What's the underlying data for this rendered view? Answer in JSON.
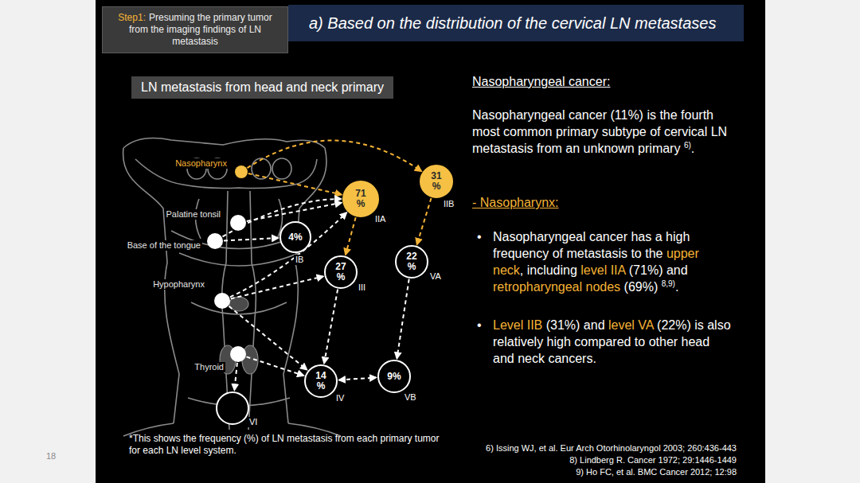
{
  "diagram": {
    "title": "a) Based on the distribution of the cervical LN metastases",
    "caption": "*This shows the frequency (%) of LN metastasis from each primary tumor for each LN level system.",
    "nodes": [
      {
        "text": [
          "Step1:",
          "Presuming the primary tumor from the imaging findings of LN metastasis"
        ]
      },
      {
        "text": [
          "LN metastasis from head and neck primary"
        ]
      },
      {
        "text": [
          "Nasopharynx"
        ]
      },
      {
        "text": [
          "31 %",
          "IIB"
        ]
      },
      {
        "text": [
          "71 %",
          "IIA"
        ]
      },
      {
        "text": [
          "Palatine tonsil"
        ]
      },
      {
        "text": [
          "4%",
          "IB"
        ]
      },
      {
        "text": [
          "Base of the tongue"
        ]
      },
      {
        "text": [
          "27 %",
          "III"
        ]
      },
      {
        "text": [
          "22 %",
          "VA"
        ]
      },
      {
        "text": [
          "Hypopharynx"
        ]
      },
      {
        "text": [
          "Thyroid"
        ]
      },
      {
        "text": [
          "14 %",
          "IV"
        ]
      },
      {
        "text": [
          "9%",
          "VB"
        ]
      },
      {
        "text": [
          "VI"
        ]
      }
    ],
    "edges": [
      {
        "from": 2,
        "to": 4,
        "arrow": "to"
      },
      {
        "from": 2,
        "to": 3,
        "arrow": "to"
      },
      {
        "from": 4,
        "to": 8,
        "arrow": "to"
      },
      {
        "from": 3,
        "to": 9,
        "arrow": "to"
      },
      {
        "from": 5,
        "to": 4,
        "arrow": "to"
      },
      {
        "from": 7,
        "to": 4,
        "arrow": "to"
      },
      {
        "from": 7,
        "to": 6,
        "arrow": "to"
      },
      {
        "from": 10,
        "to": 4,
        "arrow": "to"
      },
      {
        "from": 10,
        "to": 8,
        "arrow": "to"
      },
      {
        "from": 10,
        "to": 12,
        "arrow": "to"
      },
      {
        "from": 8,
        "to": 12,
        "arrow": "to"
      },
      {
        "from": 11,
        "to": 12,
        "arrow": "to"
      },
      {
        "from": 11,
        "to": 14,
        "arrow": "to"
      },
      {
        "from": 12,
        "to": 13,
        "arrow": "both"
      },
      {
        "from": 9,
        "to": 13,
        "arrow": "to"
      }
    ],
    "labels": [
      "Nasopharyngeal cancer:",
      "Nasopharyngeal cancer (11%) is the fourth most common primary subtype of cervical LN metastasis from an unknown primary ",
      "6)",
      ".",
      "- Nasopharynx:",
      "•",
      "Nasopharyngeal cancer has a high frequency of metastasis to the ",
      "upper neck",
      ", including ",
      "level IIA",
      " (71%) and ",
      "retropharyngeal nodes",
      " (69%) ",
      "8,9)",
      ".",
      "•",
      "Level IIB",
      " (31%) and ",
      "level VA",
      " (22%) is also relatively high compared to other head and neck cancers.",
      "6) Issing WJ, et al. Eur Arch Otorhinolaryngol 2003; 260:436-443",
      "8) Lindberg R. Cancer 1972; 29:1446-1449",
      "9) Ho FC, et al. BMC Cancer 2012; 12:98",
      "18"
    ]
  }
}
